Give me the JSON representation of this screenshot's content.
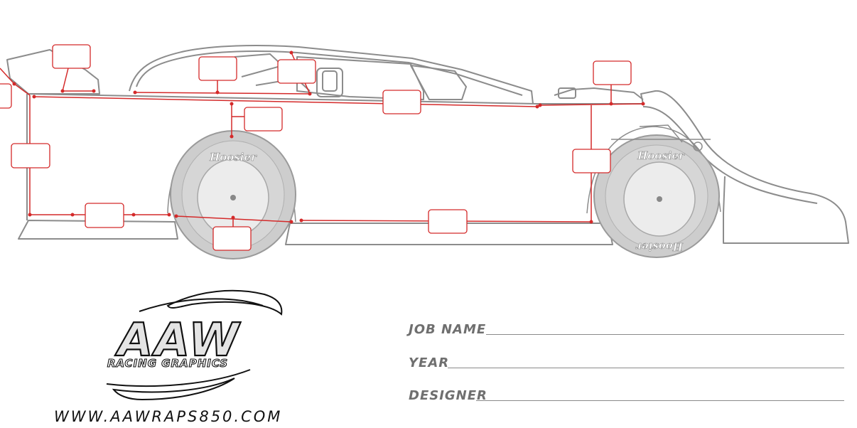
{
  "tire_brand": "Hoosier",
  "logo": {
    "mark": "AAW",
    "tagline": "RACING GRAPHICS"
  },
  "website": "WWW.AAWRAPS850.COM",
  "form_fields": [
    {
      "label": "JOB NAME"
    },
    {
      "label": "YEAR"
    },
    {
      "label": "DESIGNER"
    }
  ],
  "colors": {
    "outline": "#8c8c8c",
    "callout": "#d42a2a",
    "tire": "#cfcfcf",
    "logo_fill": "#e4e4e4"
  }
}
